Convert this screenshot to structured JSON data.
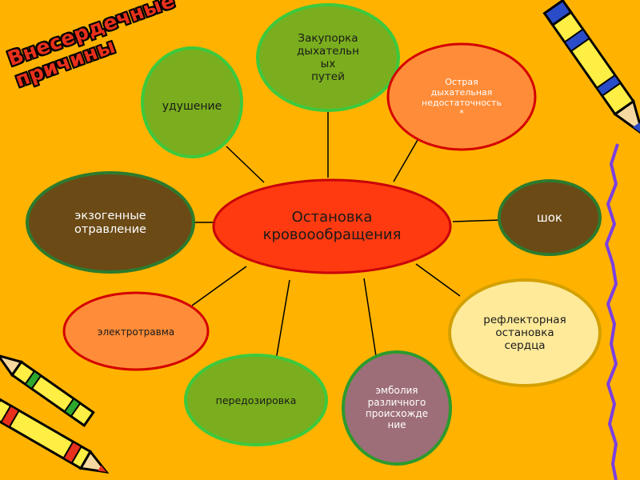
{
  "title": "Внесердечные\n  причины",
  "center": {
    "label": "Остановка\nкровоообращения"
  },
  "nodes": [
    {
      "id": "asphyxia",
      "label": "удушение"
    },
    {
      "id": "airway-obstruction",
      "label": "Закупорка\nдыхательн\nых\nпутей"
    },
    {
      "id": "acute-respiratory-failure",
      "label": "Острая\nдыхательная\nнедостаточность\n*"
    },
    {
      "id": "shock",
      "label": "шок"
    },
    {
      "id": "reflex-cardiac-arrest",
      "label": "рефлекторная\nостановка\nсердца"
    },
    {
      "id": "embolism",
      "label": "эмболия\nразличного\nпроисхожде\nние"
    },
    {
      "id": "overdose",
      "label": "передозировка"
    },
    {
      "id": "electrotrauma",
      "label": "электротравма"
    },
    {
      "id": "exogenous-poisoning",
      "label": "экзогенные\nотравление"
    }
  ],
  "colors": {
    "background": "#FFB300",
    "center_fill": "#FF3A10",
    "center_stroke": "#C8000A",
    "green_fill": "#7AAE1E",
    "green_stroke": "#3DC93D",
    "orange_fill": "#FF8C38",
    "orange_stroke": "#D40000",
    "brown_fill": "#6B4A16",
    "brown_stroke": "#2D7A2D",
    "yellow_fill": "#FFEA9A",
    "yellow_stroke": "#D4A000",
    "mauve_fill": "#9E6E78",
    "mauve_stroke": "#2D9A2D",
    "connector": "#000000",
    "title_text": "#E8301C",
    "squiggle": "#7B3FE0"
  },
  "decorations": {
    "top_right": "crayon-icon",
    "bottom_left": "crayons-icon",
    "right_edge": "squiggle-line"
  }
}
